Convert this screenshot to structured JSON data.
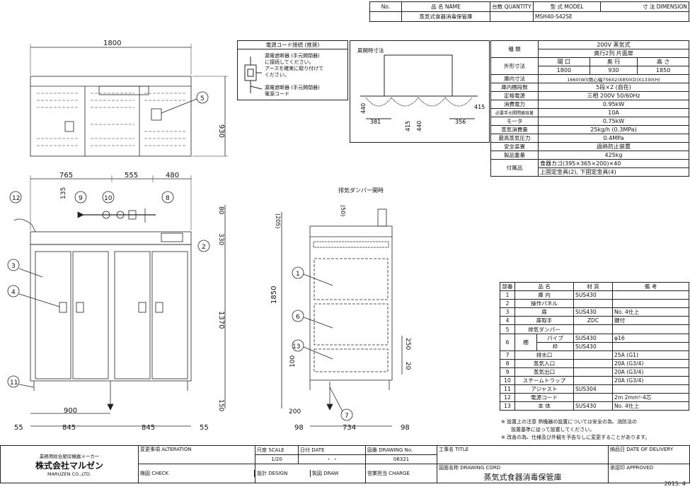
{
  "header": {
    "no_label": "No.",
    "name_label": "品 名 NAME",
    "qty_label": "台数 QUANTITY",
    "model_label": "型 式 MODEL",
    "dim_label": "寸 法 DIMENSION",
    "name_value": "蒸気式食器消毒保管庫",
    "model_value": "MSH40-S42SE"
  },
  "spec": {
    "type_label": "種 類",
    "type_value_1": "200V 蒸気式",
    "type_value_2": "奥行2列 片面扉",
    "outer_label": "外形寸法",
    "w_label": "間 口",
    "d_label": "奥 行",
    "h_label": "高 さ",
    "w": "1800",
    "d": "930",
    "h": "1850",
    "inner_label": "庫内寸法",
    "inner_value": "1660(W)(剛心幅756X2)X850(D)X1330(H)",
    "shelves_label": "庫内棚段数",
    "shelves_value": "5段×2 (自在)",
    "power_label": "定格電源",
    "power_value": "三相 200V 50/60Hz",
    "consume_label": "消費電力",
    "consume_value": "0.95kW",
    "breaker_label": "必要手元開閉器容量",
    "breaker_value": "10A",
    "motor_label": "モータ",
    "motor_value": "0.75kW",
    "steam_label": "蒸気消費量",
    "steam_value": "25kg/h (0.3MPa)",
    "pressure_label": "最高蒸気圧力",
    "pressure_value": "0.4MPa",
    "safety_label": "安全装置",
    "safety_value": "過熱防止装置",
    "weight_label": "製品重量",
    "weight_value": "425kg",
    "acc_label": "付属品",
    "acc_value_1": "食器カゴ(395×365×200)×40",
    "acc_value_2": "上固定金具(2), 下固定金具(4)"
  },
  "parts": {
    "header": [
      "部番",
      "品 名",
      "材 質",
      "備 考"
    ],
    "rows": [
      [
        "1",
        "庫 内",
        "SUS430",
        ""
      ],
      [
        "2",
        "操作パネル",
        "",
        ""
      ],
      [
        "3",
        "扉",
        "SUS430",
        "No. 4仕上"
      ],
      [
        "4",
        "扉取手",
        "ZDC",
        "鍵付"
      ],
      [
        "5",
        "排気ダンパー",
        "",
        ""
      ],
      [
        "6",
        "棚",
        "SUS430",
        "φ16"
      ],
      [
        "",
        "",
        "SUS430",
        ""
      ],
      [
        "7",
        "排水口",
        "",
        "25A (G1)"
      ],
      [
        "8",
        "蒸気入口",
        "",
        "20A (G3/4)"
      ],
      [
        "9",
        "蒸気出口",
        "",
        "20A (G3/4)"
      ],
      [
        "10",
        "スチームトラップ",
        "",
        "20A (G3/4)"
      ],
      [
        "11",
        "アジャスト",
        "SUS304",
        ""
      ],
      [
        "12",
        "電源コード",
        "",
        "2m 2mm²-4芯"
      ],
      [
        "13",
        "本 体",
        "SUS430",
        "No. 4仕上"
      ]
    ],
    "shelf_sub_1": "パイプ",
    "shelf_sub_2": "枠"
  },
  "notes": {
    "line1": "※ 設置上の注意 熱機器の設置については安全の為、消防法の",
    "line2": "設置基準に従って設置してください。",
    "line3": "※ 改善の為、仕様及び外観を予告なしに変更することがあります。"
  },
  "power_box": {
    "title": "電源コード接続 (推奨)",
    "text1": "漏電遮断器 (手元開閉器)",
    "text2": "に接続してください。",
    "text3": "アースを確実に取り付けて",
    "text4": "ください。",
    "text5": "漏電遮断器 (手元開閉器)",
    "text6": "電源コード"
  },
  "door_box": {
    "title": "扉開時寸法",
    "d440a": "440",
    "d415a": "415",
    "d381": "381",
    "d415b": "415",
    "d440b": "440",
    "d356": "356"
  },
  "top_view": {
    "w1800": "1800",
    "h930": "930",
    "callout5": "5"
  },
  "front_view": {
    "d765": "765",
    "d555": "555",
    "d480": "480",
    "d135": "135",
    "d80": "80",
    "d330": "330",
    "d1370": "1370",
    "d150": "150",
    "d900": "900",
    "d55a": "55",
    "d845a": "845",
    "d845b": "845",
    "d55b": "55",
    "c12": "12",
    "c9": "9",
    "c10": "10",
    "c8": "8",
    "c2": "2",
    "c3": "3",
    "c4": "4",
    "c11": "11"
  },
  "side_view": {
    "title": "排気ダンパー開時",
    "d205": "(205)",
    "d50": "(50)",
    "d1850": "1850",
    "d100": "100",
    "d200": "200",
    "d250": "250",
    "d20": "20",
    "d98a": "98",
    "d734": "734",
    "d98b": "98",
    "c1": "1",
    "c6": "6",
    "c13": "13",
    "c7": "7"
  },
  "title_block": {
    "maker_label": "業務用総合厨房機器メーカー",
    "company": "株式会社マルゼン",
    "company_en": "MARUZEN CO.,LTD.",
    "alteration": "変更事項 ALTERATION",
    "scale_label": "尺度 SCALE",
    "scale_value": "1/20",
    "date_label": "日付 DATE",
    "date_value": "・ ・",
    "drawing_label": "図番 DRAWING No.",
    "drawing_value": "06321",
    "title_label": "工事名 TITLE",
    "delivery_label": "納品日 DATE OF DELIVERY",
    "check_label": "検図 CHECK",
    "design_label": "設計 DESIGN",
    "draw_label": "製図 DRAW",
    "charge_label": "営業担当 CHARGE",
    "cord_label": "図面名称 DRAWING CORD",
    "cord_value": "蒸気式食器消毒保管庫",
    "approved_label": "承認印 APPROVED",
    "year": "2015. 4"
  }
}
